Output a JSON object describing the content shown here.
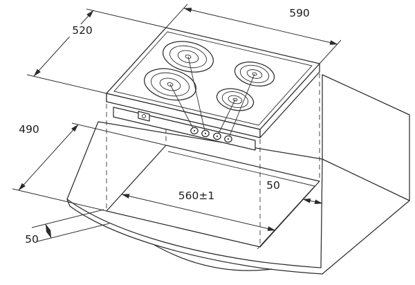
{
  "diagram": {
    "kind": "hob-installation-drawing",
    "dimensions": {
      "hob_width_mm": "590",
      "hob_depth_mm": "520",
      "cutout_depth_mm": "490",
      "cutout_width_mm": "560±1",
      "right_clearance_mm": "50",
      "front_clearance_mm": "50"
    },
    "colors": {
      "background": "#ffffff",
      "line": "#2b2b2b"
    }
  }
}
